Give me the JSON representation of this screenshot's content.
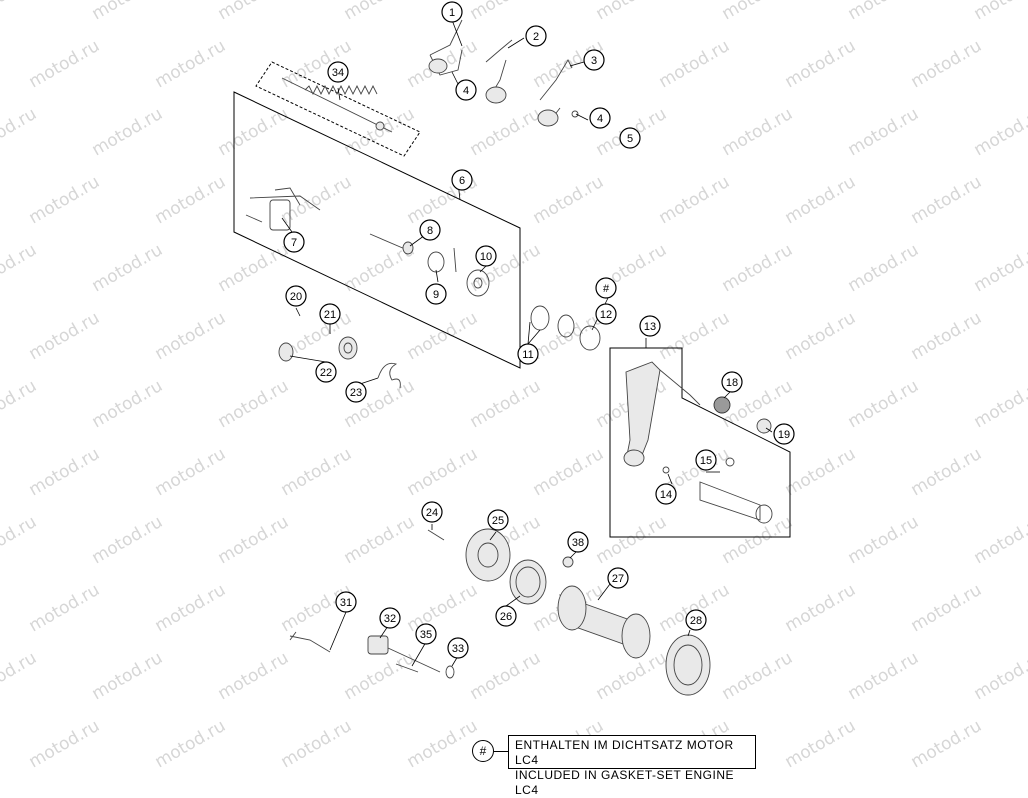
{
  "watermark": "motod.ru",
  "callouts": [
    {
      "label": "1"
    },
    {
      "label": "2"
    },
    {
      "label": "3"
    },
    {
      "label": "4"
    },
    {
      "label": "4"
    },
    {
      "label": "5"
    },
    {
      "label": "6"
    },
    {
      "label": "7"
    },
    {
      "label": "8"
    },
    {
      "label": "9"
    },
    {
      "label": "10"
    },
    {
      "label": "11"
    },
    {
      "label": "12"
    },
    {
      "label": "#"
    },
    {
      "label": "13"
    },
    {
      "label": "14"
    },
    {
      "label": "15"
    },
    {
      "label": "18"
    },
    {
      "label": "19"
    },
    {
      "label": "20"
    },
    {
      "label": "21"
    },
    {
      "label": "22"
    },
    {
      "label": "23"
    },
    {
      "label": "24"
    },
    {
      "label": "25"
    },
    {
      "label": "26"
    },
    {
      "label": "27"
    },
    {
      "label": "28"
    },
    {
      "label": "31"
    },
    {
      "label": "32"
    },
    {
      "label": "33"
    },
    {
      "label": "34"
    },
    {
      "label": "35"
    },
    {
      "label": "38"
    }
  ],
  "legend": {
    "symbol": "#",
    "line_de": "ENTHALTEN IM DICHTSATZ MOTOR LC4",
    "line_en": "INCLUDED IN GASKET-SET ENGINE LC4"
  }
}
